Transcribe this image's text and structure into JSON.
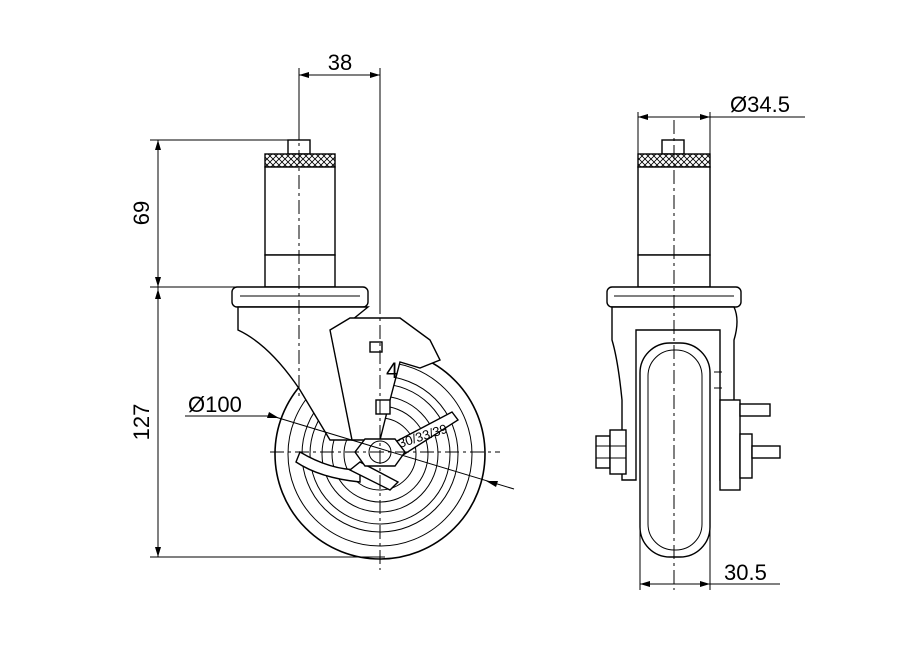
{
  "drawing": {
    "side_view": {
      "dim_height_top": "69",
      "dim_height_total": "127",
      "dim_offset": "38",
      "dim_wheel_diameter": "Ø100",
      "dim_brake_label": "4",
      "dim_nut_label": "30/33/39"
    },
    "front_view": {
      "dim_stem_diameter": "Ø34.5",
      "dim_wheel_width": "30.5"
    }
  }
}
